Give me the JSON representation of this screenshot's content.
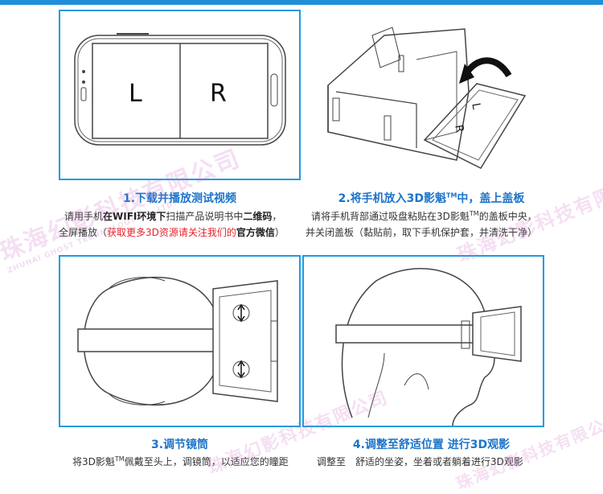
{
  "steps": [
    {
      "title": "1.下载并播放测试视频",
      "line1": {
        "a": "请用手机",
        "b": "在WIFI环境下",
        "c": "扫描产品说明书中",
        "d": "二维码",
        "e": "，"
      },
      "line2": {
        "a": "全屏播放（",
        "b": "获取更多3D资源请关注我们的",
        "c": "官方微信",
        "d": "）"
      }
    },
    {
      "title_a": "2.将手机放入3D影魁",
      "title_tm": "TM",
      "title_b": "中，盖上盖板",
      "line1_a": "请将手机背部通过吸盘粘贴在3D影魁",
      "line1_tm": "TM",
      "line1_b": "的盖板中央，",
      "line2": "并关闭盖板（黏贴前，取下手机保护套，并清洗干净）"
    },
    {
      "title": "3.调节镜筒",
      "line1_a": "将3D影魁",
      "line1_tm": "TM",
      "line1_b": "佩戴至头上，调镜筒，以适应您的瞳距"
    },
    {
      "title": "4.调整至舒适位置 进行3D观影",
      "line1": "调整至　舒适的坐姿，坐着或者躺着进行3D观影"
    }
  ],
  "phone_labels": {
    "left": "L",
    "right": "R"
  },
  "watermark": {
    "text": "珠海幻影科技有限公司",
    "sub": "ZHUHAI GHOST TECHNOLOGY CO.,LTD."
  },
  "colors": {
    "border": "#1f9be0",
    "title": "#1c74c9",
    "highlight": "#e8202a"
  }
}
